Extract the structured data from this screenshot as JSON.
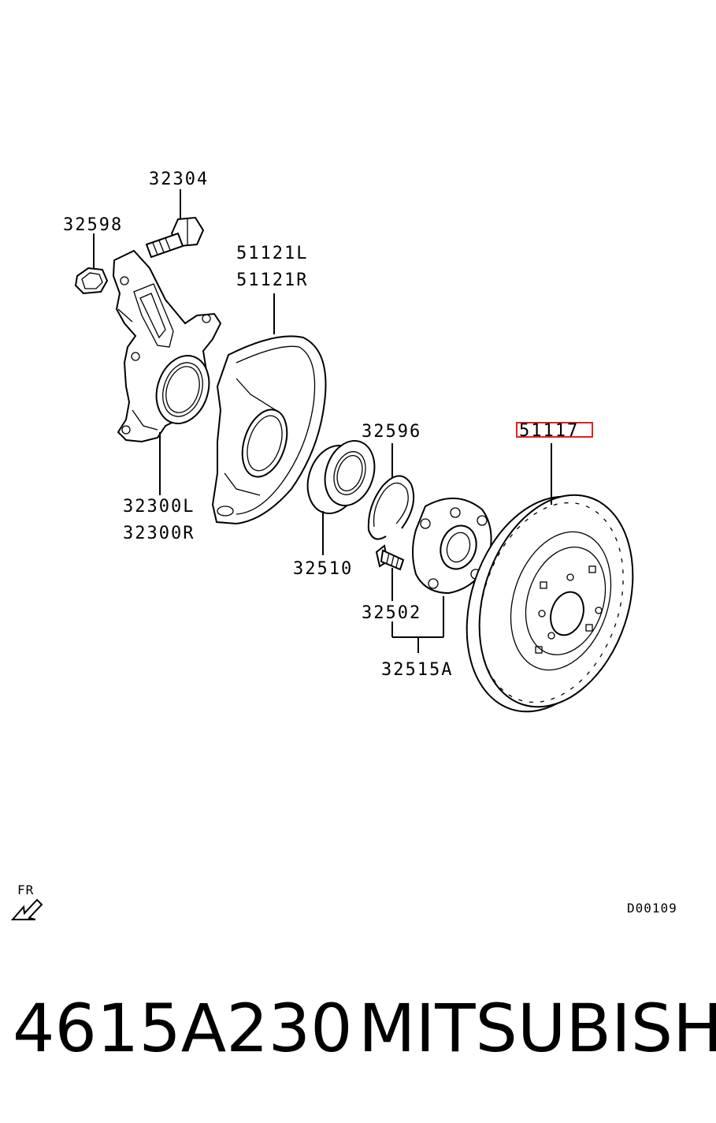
{
  "labels": {
    "bolt": "32304",
    "nut": "32598",
    "dust_cover_l": "51121L",
    "dust_cover_r": "51121R",
    "knuckle_l": "32300L",
    "knuckle_r": "32300R",
    "bearing": "32510",
    "snap_ring": "32596",
    "hub_bolt": "32502",
    "hub_assy": "32515A",
    "brake_disc": "51117"
  },
  "direction_label": "FR",
  "diagram_code": "D00109",
  "footer": {
    "part_number": "4615A230",
    "brand": "MITSUBISHI"
  },
  "colors": {
    "highlight": "#e02020",
    "line": "#000000",
    "background": "#ffffff"
  }
}
